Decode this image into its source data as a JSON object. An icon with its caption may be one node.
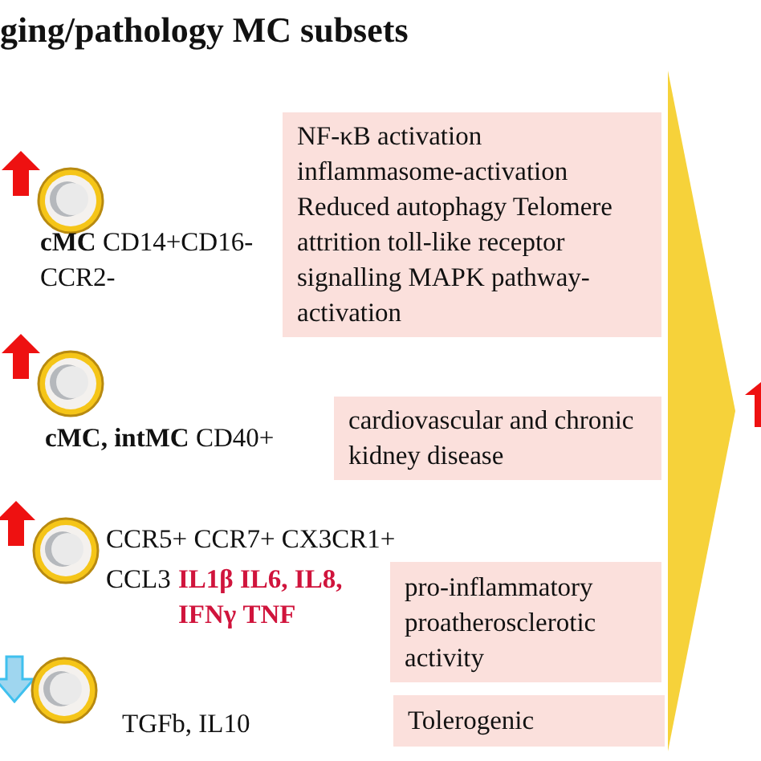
{
  "diagram": {
    "title": "ging/pathology MC subsets",
    "nodes": [
      {
        "text": [
          "NF-κB activation inflammasome-activation Reduced autophagy Telomere attrition toll-like receptor signalling MAPK pathway-activation"
        ]
      },
      {
        "text": [
          "cardiovascular  and chronic kidney disease"
        ]
      },
      {
        "text": [
          "pro-inflammatory proatherosclerotic activity"
        ]
      },
      {
        "text": [
          "Tolerogenic"
        ]
      }
    ],
    "labels": [
      "**cMC** CD14+CD16- CCR2-",
      "**cMC, intMC** CD40+",
      "CCR5+ CCR7+ CX3CR1+",
      "CCL3",
      "IL1β IL6, IL8, IFNγ TNF",
      "TGFb, IL10"
    ]
  }
}
